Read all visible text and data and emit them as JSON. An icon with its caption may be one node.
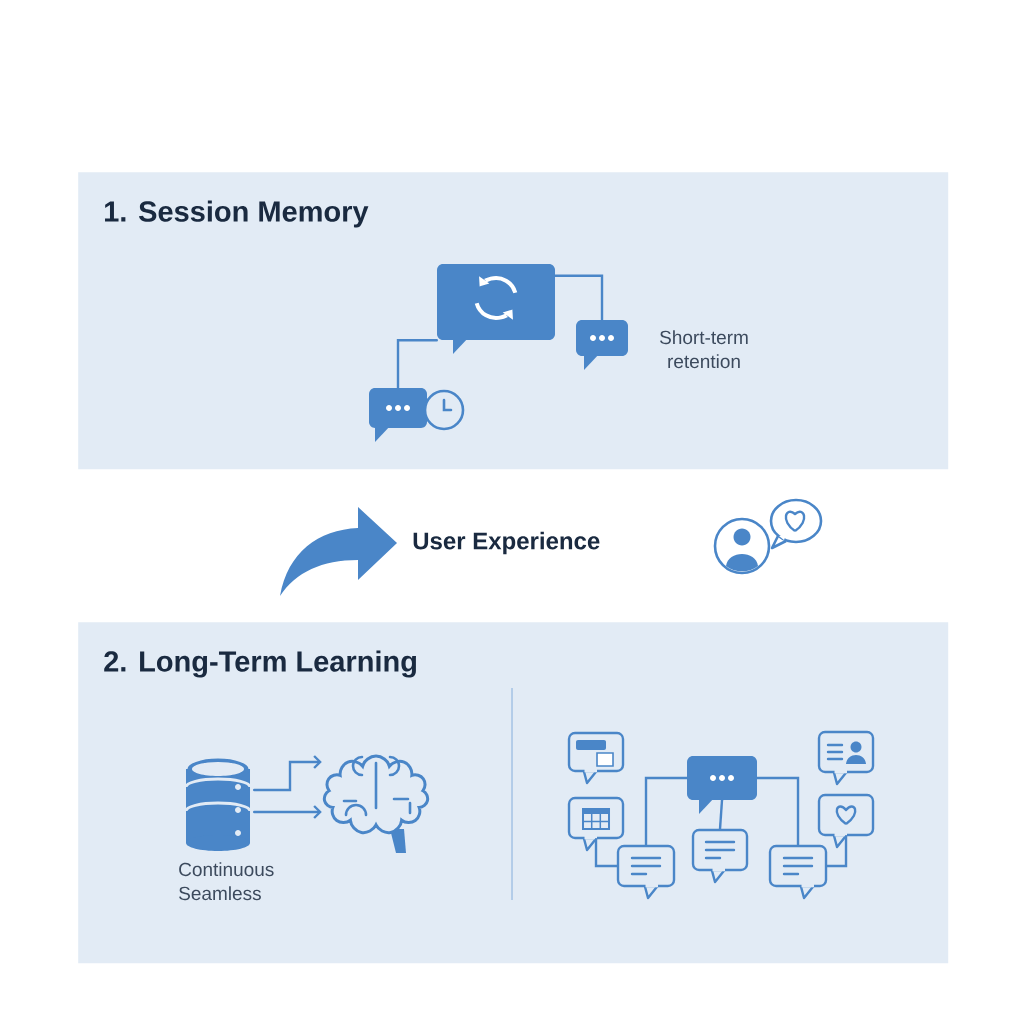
{
  "diagram": {
    "nodes": [
      {
        "text": [
          "1. Session Memory"
        ]
      },
      {
        "text": [],
        "shape": "bubble",
        "in": 0
      },
      {
        "text": [],
        "shape": "bubble",
        "in": 0,
        "beside": [
          "Short-term retention"
        ]
      },
      {
        "text": [],
        "shape": "bubble",
        "in": 0
      },
      {
        "text": [
          "2. Long-Term Learning"
        ]
      },
      {
        "text": [],
        "shape": "cylinder",
        "in": 4,
        "beside": [
          "Continuous Seamless"
        ]
      },
      {
        "text": [],
        "shape": "picture",
        "in": 4
      },
      {
        "text": [],
        "shape": "bubble",
        "in": 4
      },
      {
        "text": [],
        "shape": "bubble",
        "in": 4
      },
      {
        "text": [],
        "shape": "bubble",
        "in": 4
      },
      {
        "text": [],
        "shape": "bubble",
        "in": 4
      },
      {
        "text": [],
        "shape": "bubble",
        "in": 4
      },
      {
        "text": [],
        "shape": "bubble",
        "in": 4
      },
      {
        "text": [],
        "shape": "bubble",
        "in": 4
      },
      {
        "text": [],
        "shape": "bubble",
        "in": 4
      }
    ],
    "edges": [
      {
        "from": 3,
        "to": 1,
        "arrow": "none"
      },
      {
        "from": 1,
        "to": 2,
        "arrow": "none"
      },
      {
        "from": 5,
        "to": 6,
        "arrow": "to"
      },
      {
        "from": 5,
        "to": 6,
        "arrow": "to"
      },
      {
        "from": 8,
        "to": 12,
        "arrow": "none"
      },
      {
        "from": 8,
        "to": 13,
        "arrow": "none"
      },
      {
        "from": 8,
        "to": 14,
        "arrow": "none"
      },
      {
        "from": 10,
        "to": 12,
        "arrow": "none"
      },
      {
        "from": 11,
        "to": 14,
        "arrow": "none"
      }
    ],
    "labels": [
      "User Experience"
    ]
  }
}
